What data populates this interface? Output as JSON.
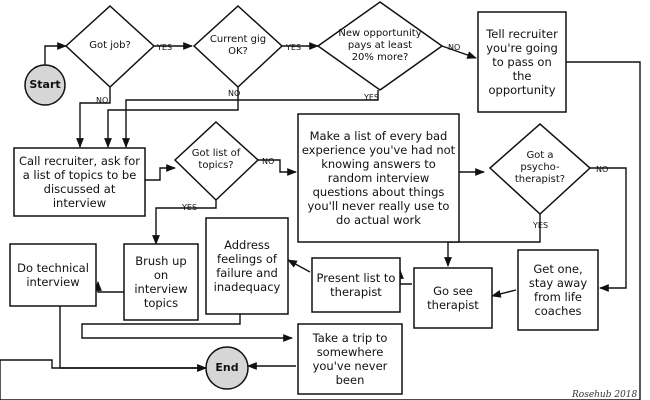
{
  "nodes": {
    "start": "Start",
    "got_job": "Got job?",
    "current_gig": "Current gig OK?",
    "new_opportunity": "New opportunity pays at least 20% more?",
    "tell_recruiter": "Tell recruiter you're going to pass on the opportunity",
    "call_recruiter": "Call recruiter, ask for a list of topics to be discussed at interview",
    "got_list": "Got list of topics?",
    "make_list": "Make a list of every bad experience you've had not knowing answers to random interview questions about things you'll never really use to do actual work",
    "got_therapist": "Got a psycho-therapist?",
    "do_technical": "Do technical interview",
    "brush_up": "Brush up on interview topics",
    "address_feelings": "Address feelings of failure and inadequacy",
    "present_list": "Present list to therapist",
    "go_see": "Go see therapist",
    "get_one": "Get one, stay away from life coaches",
    "take_trip": "Take a trip to somewhere you've never been",
    "end": "End"
  },
  "edge_labels": {
    "yes": "YES",
    "no": "NO"
  },
  "signature": "Rosehub 2018",
  "colors": {
    "line": "#111111",
    "terminal_fill": "#d6d6d6",
    "box_fill": "#ffffff",
    "background": "#ffffff"
  }
}
